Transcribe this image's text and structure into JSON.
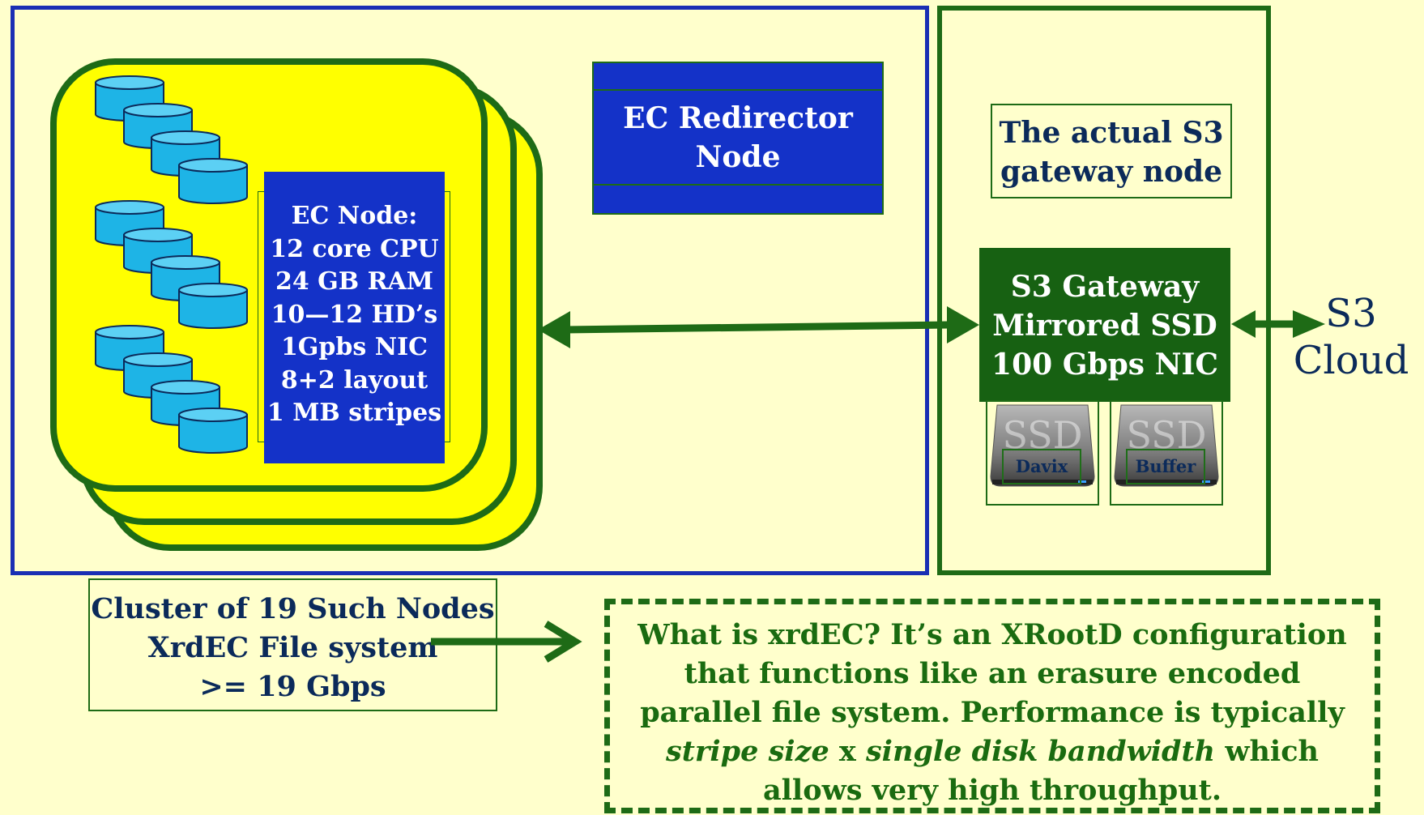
{
  "redirector": {
    "line1": "EC Redirector",
    "line2": "Node"
  },
  "ec_node": {
    "lines": [
      "EC Node:",
      "12 core CPU",
      "24 GB RAM",
      "10—12 HD’s",
      "1Gpbs NIC",
      "8+2 layout",
      "1 MB stripes"
    ]
  },
  "s3_gateway_note": {
    "line1": "The actual S3",
    "line2": "gateway node"
  },
  "s3_gateway": {
    "lines": [
      "S3 Gateway",
      "Mirrored SSD",
      "100 Gbps NIC"
    ]
  },
  "ssd_disks": [
    {
      "icon_text": "SSD",
      "label": "Davix"
    },
    {
      "icon_text": "SSD",
      "label": "Buffer"
    }
  ],
  "s3_cloud": {
    "line1": "S3",
    "line2": "Cloud"
  },
  "cluster": {
    "lines": [
      "Cluster of 19 Such Nodes",
      "XrdEC File system",
      ">= 19 Gbps"
    ]
  },
  "description": {
    "part1": "What is xrdEC? It’s an XRootD configuration that functions like an erasure encoded parallel file system. Performance is typically ",
    "italic1": "stripe size",
    "part2": " x ",
    "italic2": "single disk bandwidth",
    "part3": " which allows very high throughput."
  },
  "colors": {
    "background": "#ffffcc",
    "node_blue": "#1432c8",
    "frame_blue": "#1a2fb4",
    "node_green": "#176112",
    "frame_green": "#1e6b16",
    "disk_cyan": "#1eb4e6",
    "node_yellow": "#ffff00",
    "text_navy": "#0b2a5a"
  }
}
